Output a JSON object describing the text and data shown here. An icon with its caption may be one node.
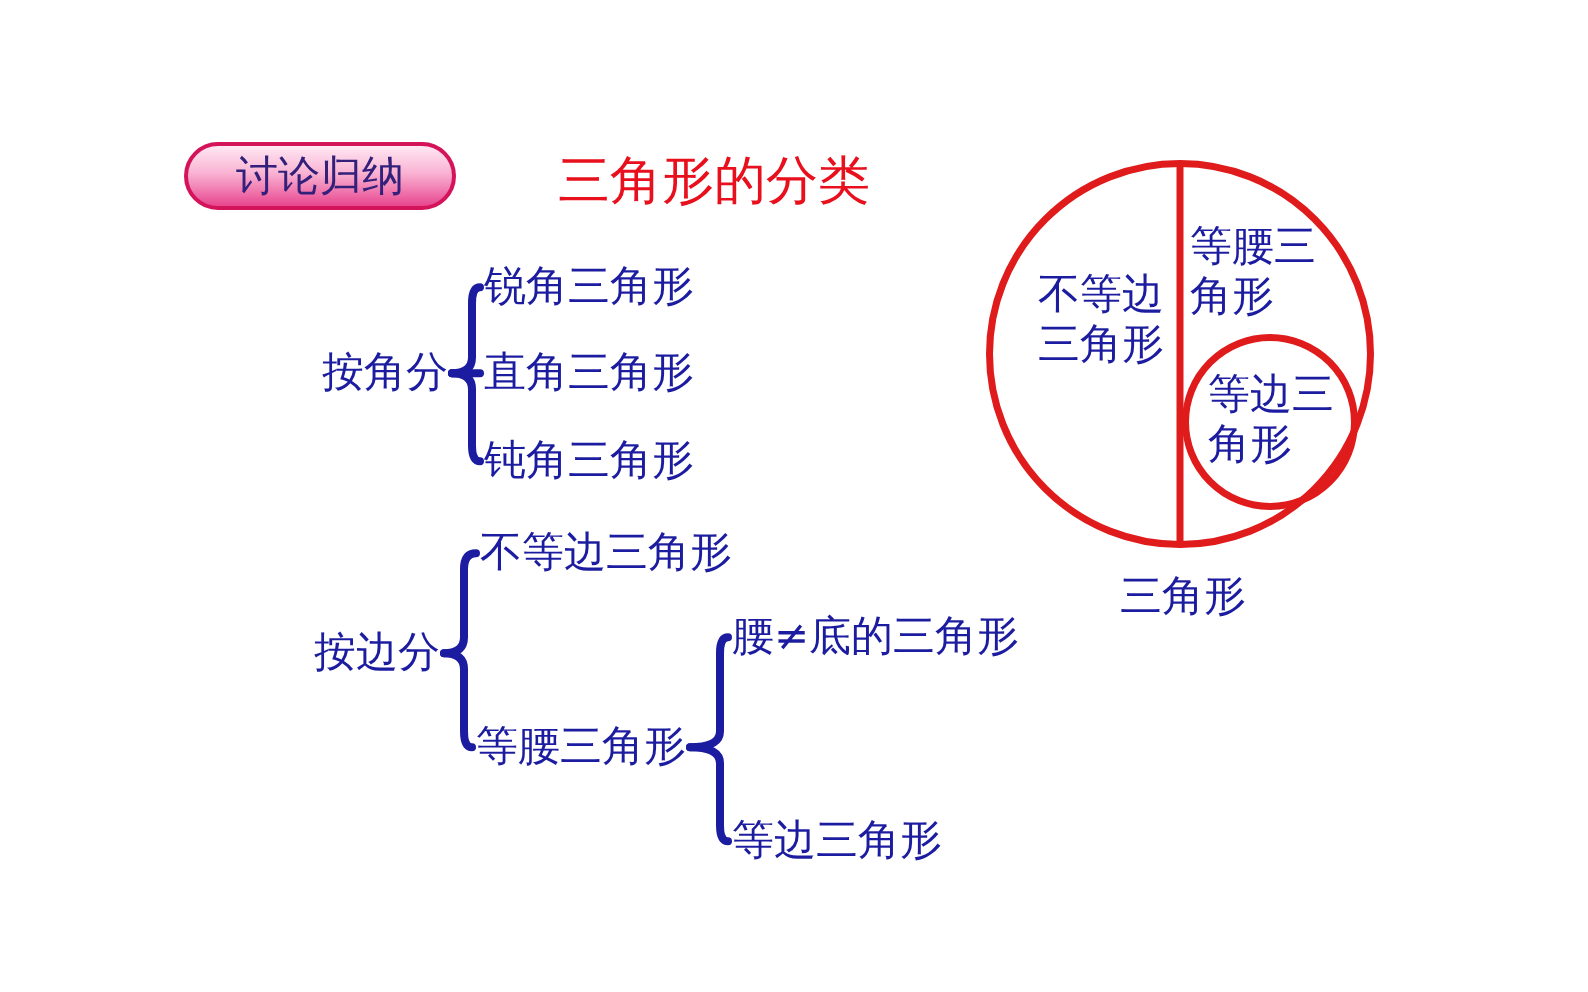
{
  "diagram": {
    "title": "三角形的分类",
    "nodes": [
      {
        "text": [
          "讨论归纳"
        ]
      },
      {
        "text": [
          "按角分"
        ]
      },
      {
        "text": [
          "锐角三角形"
        ]
      },
      {
        "text": [
          "直角三角形"
        ]
      },
      {
        "text": [
          "钝角三角形"
        ]
      },
      {
        "text": [
          "按边分"
        ]
      },
      {
        "text": [
          "不等边三角形"
        ]
      },
      {
        "text": [
          "等腰三角形"
        ]
      },
      {
        "text": [
          "腰≠底的三角形"
        ]
      },
      {
        "text": [
          "等边三角形"
        ]
      },
      {
        "text": [
          "三角形"
        ]
      },
      {
        "text": [
          "不等边三角形"
        ],
        "in": 10
      },
      {
        "text": [
          "等腰三角形"
        ],
        "in": 10
      },
      {
        "text": [
          "等边三角形"
        ],
        "in": 10
      }
    ],
    "edges": [
      {
        "from": 1,
        "to": 2,
        "arrow": "none"
      },
      {
        "from": 1,
        "to": 3,
        "arrow": "none"
      },
      {
        "from": 1,
        "to": 4,
        "arrow": "none"
      },
      {
        "from": 5,
        "to": 6,
        "arrow": "none"
      },
      {
        "from": 5,
        "to": 7,
        "arrow": "none"
      },
      {
        "from": 7,
        "to": 8,
        "arrow": "none"
      },
      {
        "from": 7,
        "to": 9,
        "arrow": "none"
      }
    ]
  }
}
